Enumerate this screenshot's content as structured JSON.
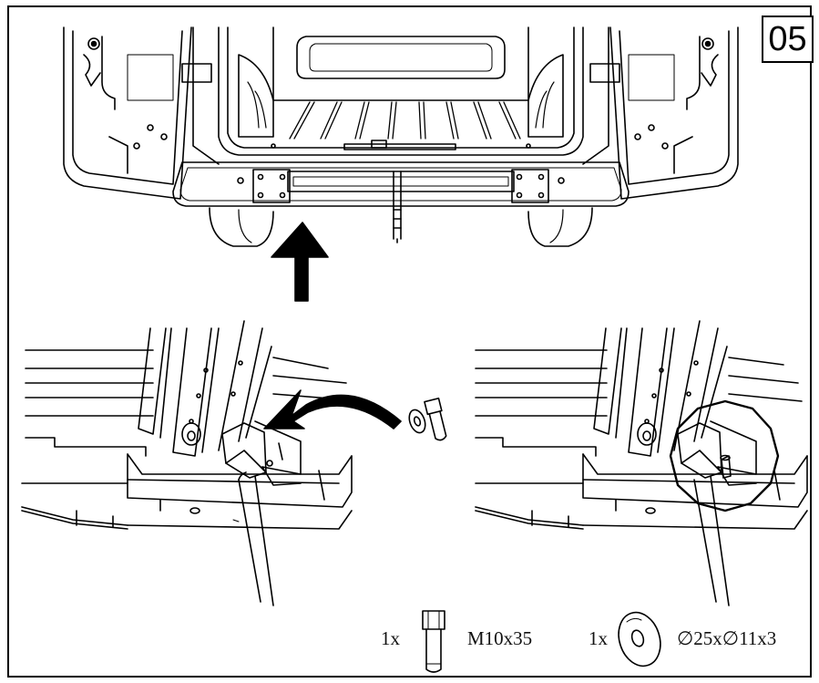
{
  "step": {
    "number": "05"
  },
  "parts": [
    {
      "qty": "1x",
      "spec": "M10x35",
      "icon": "bolt-icon"
    },
    {
      "qty": "1x",
      "spec": "∅25x∅11x3",
      "icon": "washer-icon"
    }
  ],
  "colors": {
    "line": "#000000",
    "background": "#ffffff"
  }
}
